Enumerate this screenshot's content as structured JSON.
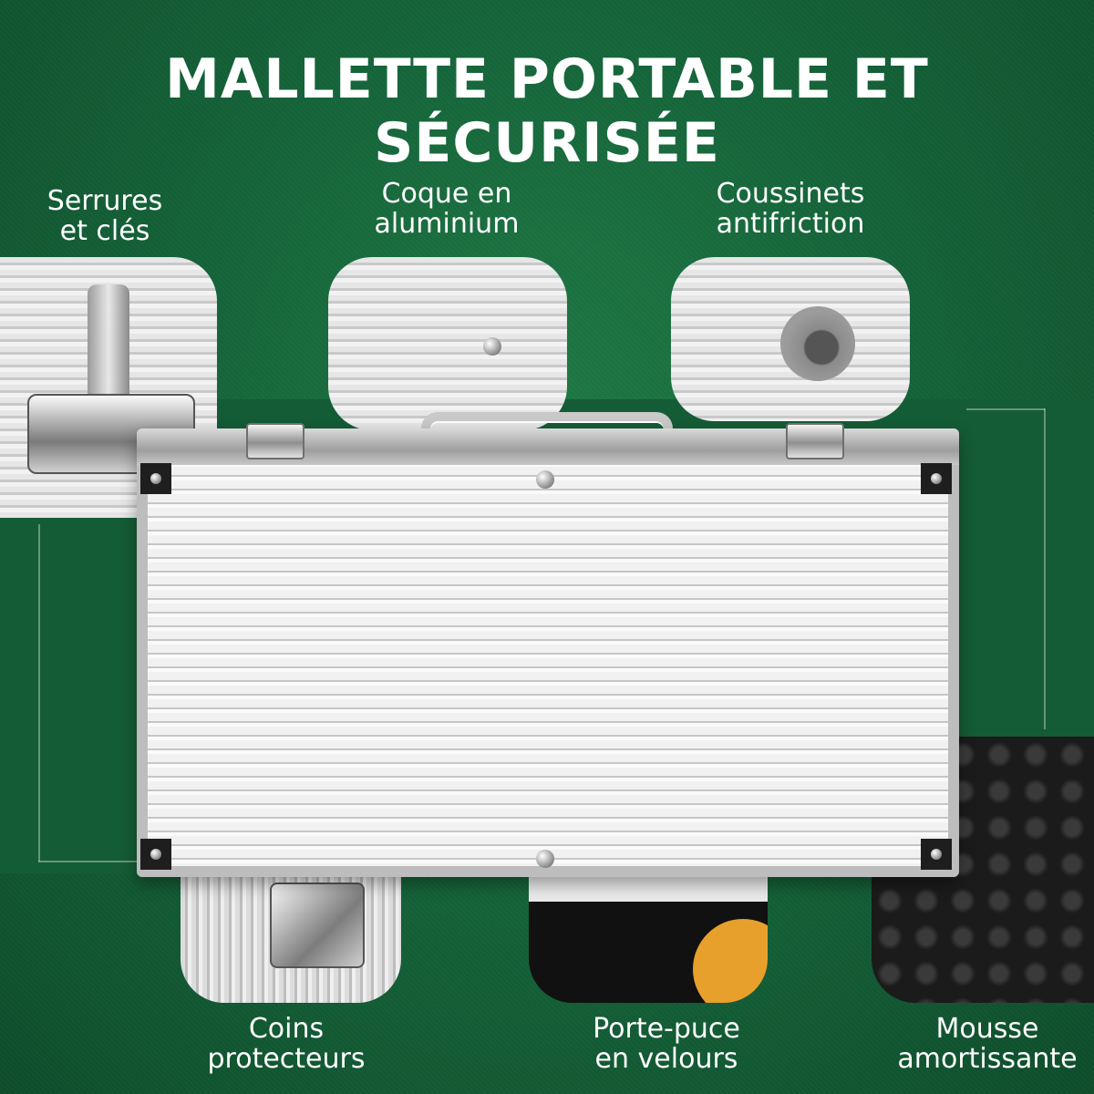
{
  "title": "MALLETTE PORTABLE ET SÉCURISÉE",
  "features_top": [
    {
      "lines": [
        "Serrures",
        "et clés"
      ],
      "icon": "lock-key-icon"
    },
    {
      "lines": [
        "Coque en",
        "aluminium"
      ],
      "icon": "aluminium-shell-icon"
    },
    {
      "lines": [
        "Coussinets",
        "antifriction"
      ],
      "icon": "rubber-foot-icon"
    }
  ],
  "features_bottom": [
    {
      "lines": [
        "Coins",
        "protecteurs"
      ],
      "icon": "corner-protector-icon"
    },
    {
      "lines": [
        "Porte-puce",
        "en velours"
      ],
      "icon": "velvet-chip-tray-icon"
    },
    {
      "lines": [
        "Mousse",
        "amortissante"
      ],
      "icon": "foam-icon"
    }
  ],
  "colors": {
    "felt_green": "#15653a",
    "band_green": "#145c35",
    "text": "#ffffff",
    "aluminium": "#d9d9d9"
  }
}
